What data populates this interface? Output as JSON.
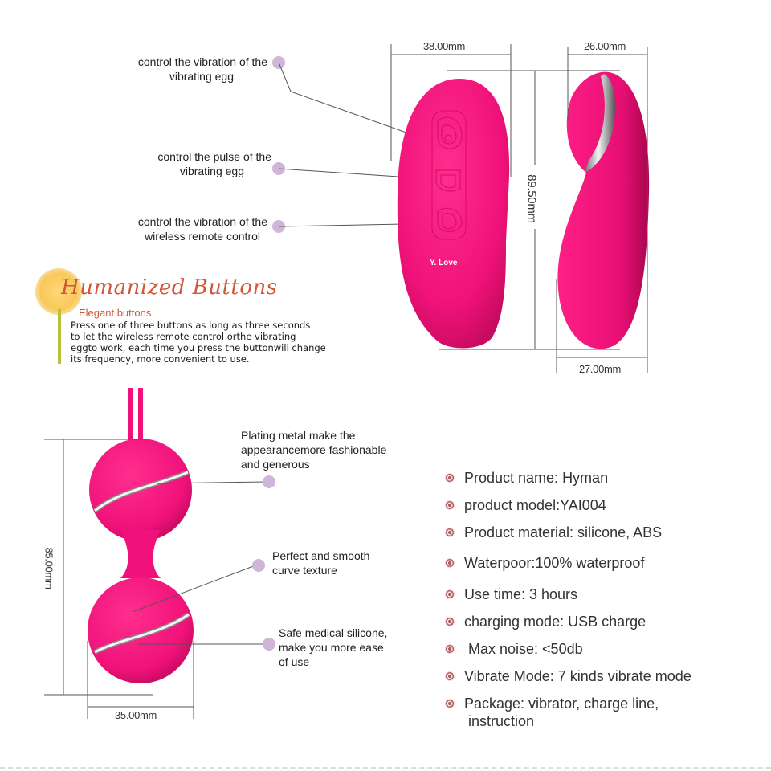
{
  "remote_callouts": [
    {
      "text_line1": "control the vibration of the",
      "text_line2": "vibrating egg"
    },
    {
      "text_line1": "control the pulse of the",
      "text_line2": "vibrating egg"
    },
    {
      "text_line1": "control the vibration of the",
      "text_line2": "wireless remote control"
    }
  ],
  "remote_dimensions": {
    "front_width": "38.00mm",
    "height": "89.50mm",
    "side_top_width": "26.00mm",
    "side_bottom_width": "27.00mm"
  },
  "remote_logo": "Y. Love",
  "feature_box": {
    "title": "Humanized Buttons",
    "subtitle": "Elegant  buttons",
    "body_lines": [
      "Press one of three buttons as long as three seconds",
      "to let the wireless remote control orthe vibrating",
      "eggto work, each time you press the buttonwill change",
      "its frequency, more convenient to use."
    ]
  },
  "egg_callouts": [
    {
      "lines": [
        "Plating metal make the",
        "appearancemore fashionable",
        "and generous"
      ]
    },
    {
      "lines": [
        "Perfect and smooth",
        "curve texture"
      ]
    },
    {
      "lines": [
        "Safe medical silicone,",
        "make you more ease",
        "of use"
      ]
    }
  ],
  "egg_dimensions": {
    "height": "85.00mm",
    "width": "35.00mm"
  },
  "specs": [
    "Product name: Hyman",
    "product model:YAI004",
    "Product material: silicone, ABS",
    "Waterpoor:100%  waterproof",
    "Use time: 3 hours",
    "charging mode: USB charge",
    " Max noise: <50db",
    "Vibrate Mode: 7 kinds vibrate mode",
    "Package: vibrator, charge line,",
    " instruction"
  ],
  "colors": {
    "product_pink": "#f0127a",
    "callout_dot": "#cdb6d8",
    "title_orange": "#d0563a",
    "bullet_red": "#b05a5a"
  }
}
